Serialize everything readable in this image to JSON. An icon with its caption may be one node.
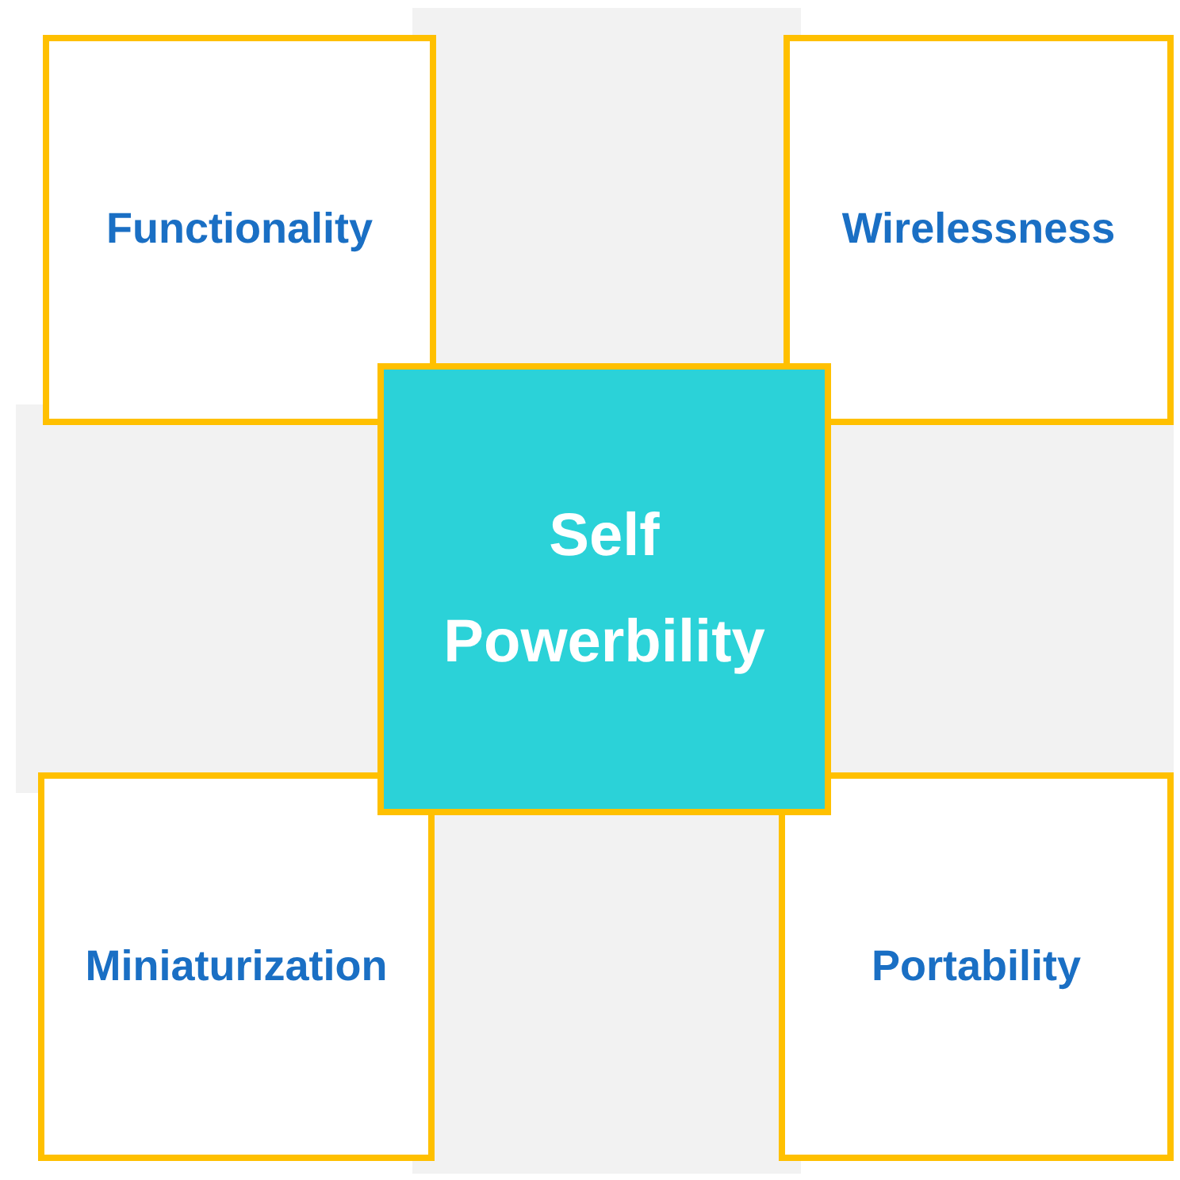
{
  "diagram": {
    "nodes": [
      {
        "text": [
          "Functionality"
        ]
      },
      {
        "text": [
          "Wirelessness"
        ]
      },
      {
        "text": [
          "Self Powerbility"
        ]
      },
      {
        "text": [
          "Miniaturization"
        ]
      },
      {
        "text": [
          "Portability"
        ]
      }
    ]
  }
}
